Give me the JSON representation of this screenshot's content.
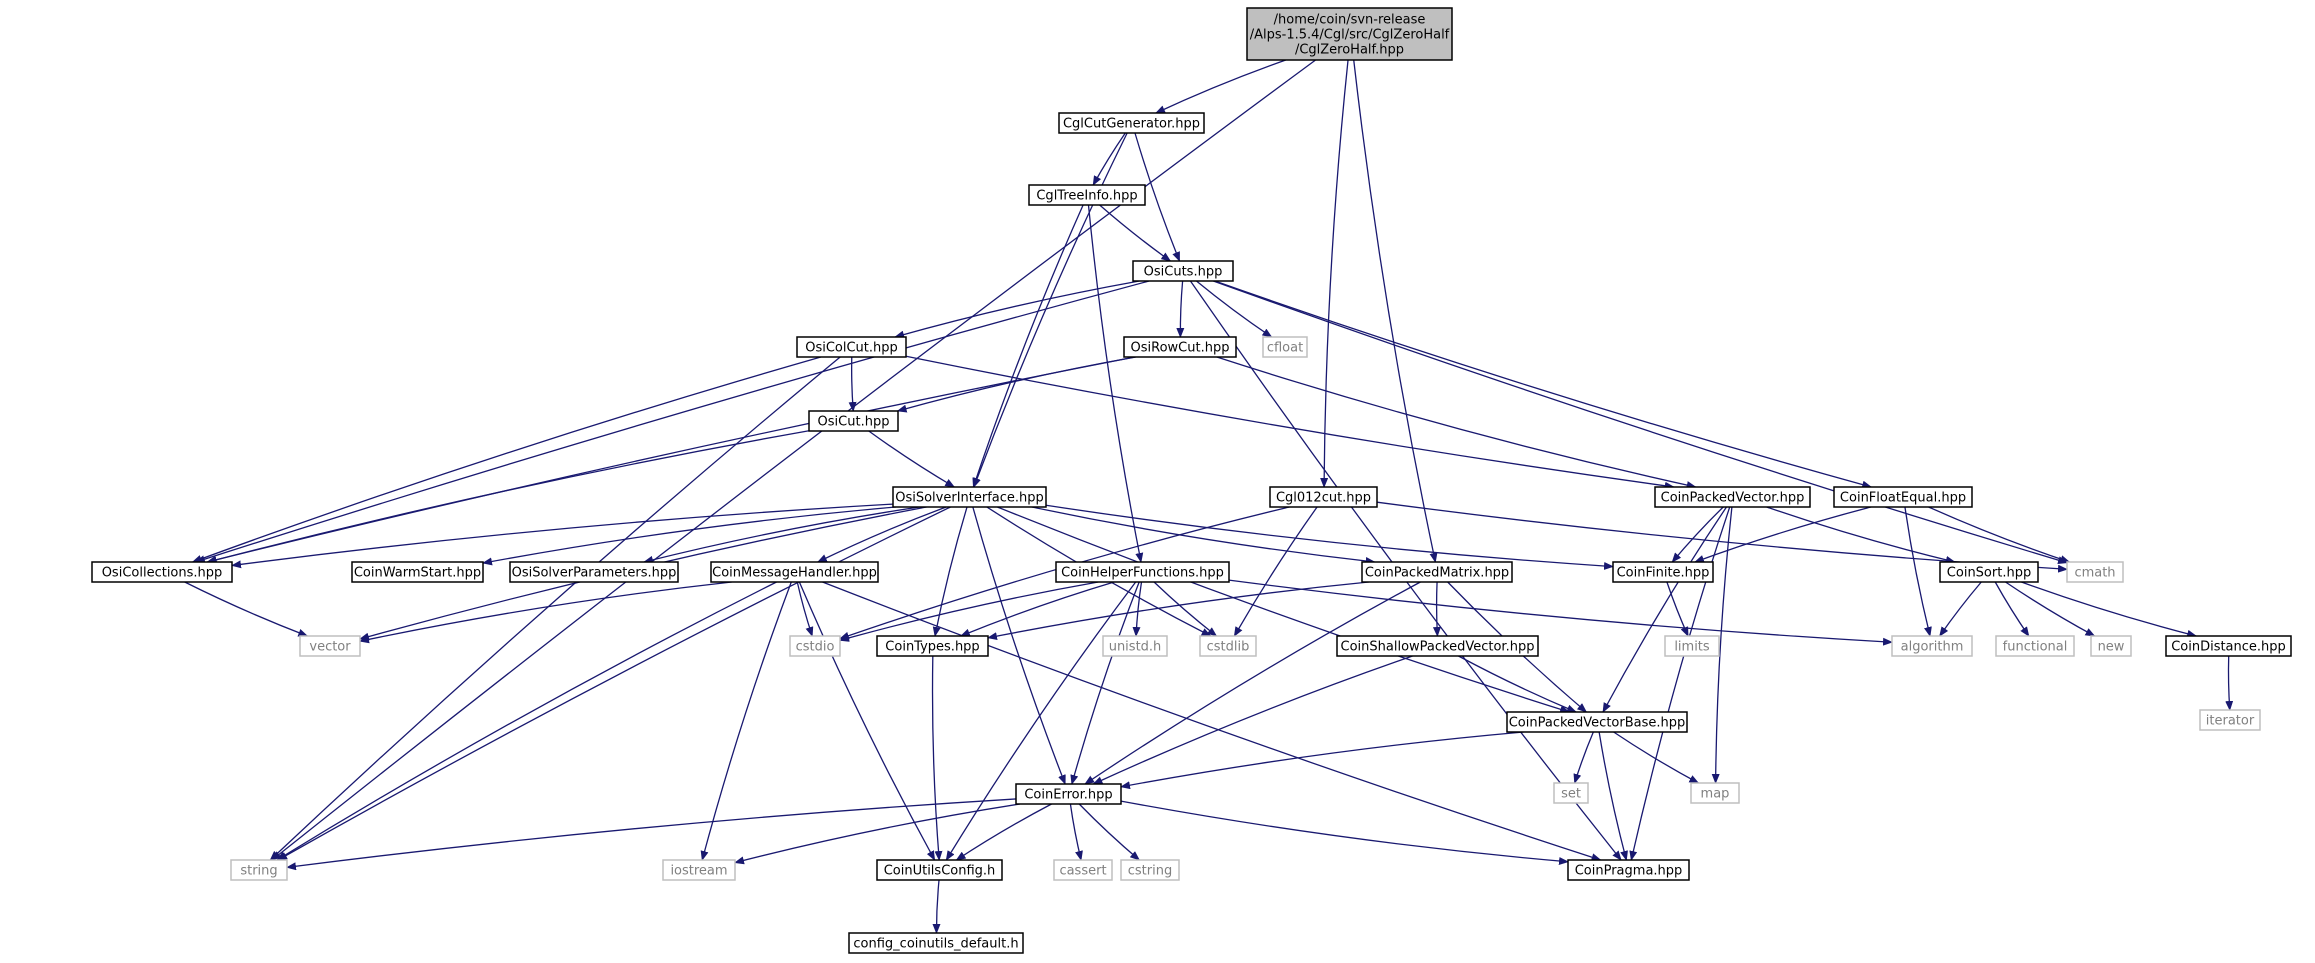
{
  "diagram": {
    "colors": {
      "edge": "#191970",
      "root_fill": "#bfbfbf",
      "system_border": "#bfbfbf",
      "system_text": "#808080",
      "node_border": "#000000"
    },
    "nodes": [
      {
        "id": "root",
        "lines": [
          "/home/coin/svn-release",
          "/Alps-1.5.4/Cgl/src/CglZeroHalf",
          "/CglZeroHalf.hpp"
        ],
        "kind": "root"
      },
      {
        "id": "cglcutgen",
        "lines": [
          "CglCutGenerator.hpp"
        ],
        "kind": "header"
      },
      {
        "id": "cgltreeinfo",
        "lines": [
          "CglTreeInfo.hpp"
        ],
        "kind": "header"
      },
      {
        "id": "osicuts",
        "lines": [
          "OsiCuts.hpp"
        ],
        "kind": "header"
      },
      {
        "id": "osicolcut",
        "lines": [
          "OsiColCut.hpp"
        ],
        "kind": "header"
      },
      {
        "id": "osirowcut",
        "lines": [
          "OsiRowCut.hpp"
        ],
        "kind": "header"
      },
      {
        "id": "cfloat",
        "lines": [
          "cfloat"
        ],
        "kind": "system"
      },
      {
        "id": "osicut",
        "lines": [
          "OsiCut.hpp"
        ],
        "kind": "header"
      },
      {
        "id": "osisolver",
        "lines": [
          "OsiSolverInterface.hpp"
        ],
        "kind": "header"
      },
      {
        "id": "cgl012",
        "lines": [
          "Cgl012cut.hpp"
        ],
        "kind": "header"
      },
      {
        "id": "coinpackedvector",
        "lines": [
          "CoinPackedVector.hpp"
        ],
        "kind": "header"
      },
      {
        "id": "coinfloatequal",
        "lines": [
          "CoinFloatEqual.hpp"
        ],
        "kind": "header"
      },
      {
        "id": "osicollections",
        "lines": [
          "OsiCollections.hpp"
        ],
        "kind": "header"
      },
      {
        "id": "coinwarmstart",
        "lines": [
          "CoinWarmStart.hpp"
        ],
        "kind": "header"
      },
      {
        "id": "osisolverparams",
        "lines": [
          "OsiSolverParameters.hpp"
        ],
        "kind": "header"
      },
      {
        "id": "coinmsghandler",
        "lines": [
          "CoinMessageHandler.hpp"
        ],
        "kind": "header"
      },
      {
        "id": "coinhelper",
        "lines": [
          "CoinHelperFunctions.hpp"
        ],
        "kind": "header"
      },
      {
        "id": "coinpackedmatrix",
        "lines": [
          "CoinPackedMatrix.hpp"
        ],
        "kind": "header"
      },
      {
        "id": "coinfinite",
        "lines": [
          "CoinFinite.hpp"
        ],
        "kind": "header"
      },
      {
        "id": "coinsort",
        "lines": [
          "CoinSort.hpp"
        ],
        "kind": "header"
      },
      {
        "id": "cmath",
        "lines": [
          "cmath"
        ],
        "kind": "system"
      },
      {
        "id": "vector",
        "lines": [
          "vector"
        ],
        "kind": "system"
      },
      {
        "id": "cstdio",
        "lines": [
          "cstdio"
        ],
        "kind": "system"
      },
      {
        "id": "cointypes",
        "lines": [
          "CoinTypes.hpp"
        ],
        "kind": "header"
      },
      {
        "id": "unistd",
        "lines": [
          "unistd.h"
        ],
        "kind": "system"
      },
      {
        "id": "cstdlib",
        "lines": [
          "cstdlib"
        ],
        "kind": "system"
      },
      {
        "id": "coinshallow",
        "lines": [
          "CoinShallowPackedVector.hpp"
        ],
        "kind": "header"
      },
      {
        "id": "limits",
        "lines": [
          "limits"
        ],
        "kind": "system"
      },
      {
        "id": "algorithm",
        "lines": [
          "algorithm"
        ],
        "kind": "system"
      },
      {
        "id": "functional",
        "lines": [
          "functional"
        ],
        "kind": "system"
      },
      {
        "id": "new",
        "lines": [
          "new"
        ],
        "kind": "system"
      },
      {
        "id": "coindistance",
        "lines": [
          "CoinDistance.hpp"
        ],
        "kind": "header"
      },
      {
        "id": "iterator",
        "lines": [
          "iterator"
        ],
        "kind": "system"
      },
      {
        "id": "coinpvbase",
        "lines": [
          "CoinPackedVectorBase.hpp"
        ],
        "kind": "header"
      },
      {
        "id": "set",
        "lines": [
          "set"
        ],
        "kind": "system"
      },
      {
        "id": "map",
        "lines": [
          "map"
        ],
        "kind": "system"
      },
      {
        "id": "coinerror",
        "lines": [
          "CoinError.hpp"
        ],
        "kind": "header"
      },
      {
        "id": "string",
        "lines": [
          "string"
        ],
        "kind": "system"
      },
      {
        "id": "iostream",
        "lines": [
          "iostream"
        ],
        "kind": "system"
      },
      {
        "id": "coinutilsconfig",
        "lines": [
          "CoinUtilsConfig.h"
        ],
        "kind": "header"
      },
      {
        "id": "cassert",
        "lines": [
          "cassert"
        ],
        "kind": "system"
      },
      {
        "id": "cstring",
        "lines": [
          "cstring"
        ],
        "kind": "system"
      },
      {
        "id": "coinpragma",
        "lines": [
          "CoinPragma.hpp"
        ],
        "kind": "header"
      },
      {
        "id": "configdefault",
        "lines": [
          "config_coinutils_default.h"
        ],
        "kind": "header"
      }
    ],
    "edges": [
      [
        "root",
        "string"
      ],
      [
        "root",
        "cglcutgen"
      ],
      [
        "root",
        "cgl012"
      ],
      [
        "root",
        "coinpackedmatrix"
      ],
      [
        "cglcutgen",
        "osisolver"
      ],
      [
        "cglcutgen",
        "cgltreeinfo"
      ],
      [
        "cglcutgen",
        "osicuts"
      ],
      [
        "cgltreeinfo",
        "osicuts"
      ],
      [
        "cgltreeinfo",
        "osisolver"
      ],
      [
        "cgltreeinfo",
        "coinhelper"
      ],
      [
        "osicuts",
        "osicollections"
      ],
      [
        "osicuts",
        "osicolcut"
      ],
      [
        "osicuts",
        "osirowcut"
      ],
      [
        "osicuts",
        "cfloat"
      ],
      [
        "osicuts",
        "coinfloatequal"
      ],
      [
        "osicuts",
        "cmath"
      ],
      [
        "osicuts",
        "coinpragma"
      ],
      [
        "osicolcut",
        "string"
      ],
      [
        "osicolcut",
        "osicollections"
      ],
      [
        "osicolcut",
        "osicut"
      ],
      [
        "osicolcut",
        "coinpackedvector"
      ],
      [
        "osirowcut",
        "osicut"
      ],
      [
        "osirowcut",
        "osicollections"
      ],
      [
        "osirowcut",
        "coinpackedvector"
      ],
      [
        "osicut",
        "osicollections"
      ],
      [
        "osicut",
        "osisolver"
      ],
      [
        "osisolver",
        "osicollections"
      ],
      [
        "osisolver",
        "coinwarmstart"
      ],
      [
        "osisolver",
        "osisolverparams"
      ],
      [
        "osisolver",
        "coinmsghandler"
      ],
      [
        "osisolver",
        "cointypes"
      ],
      [
        "osisolver",
        "cstdlib"
      ],
      [
        "osisolver",
        "coinpackedmatrix"
      ],
      [
        "osisolver",
        "coinfinite"
      ],
      [
        "osisolver",
        "coinpvbase"
      ],
      [
        "osisolver",
        "vector"
      ],
      [
        "osisolver",
        "string"
      ],
      [
        "osisolver",
        "coinerror"
      ],
      [
        "cgl012",
        "cstdio"
      ],
      [
        "cgl012",
        "cstdlib"
      ],
      [
        "cgl012",
        "cmath"
      ],
      [
        "coinpackedvector",
        "coinsort"
      ],
      [
        "coinpackedvector",
        "coinfinite"
      ],
      [
        "coinpackedvector",
        "coinpvbase"
      ],
      [
        "coinpackedvector",
        "map"
      ],
      [
        "coinpackedvector",
        "coinpragma"
      ],
      [
        "coinfloatequal",
        "coinfinite"
      ],
      [
        "coinfloatequal",
        "algorithm"
      ],
      [
        "coinfloatequal",
        "cmath"
      ],
      [
        "osicollections",
        "vector"
      ],
      [
        "coinmsghandler",
        "vector"
      ],
      [
        "coinmsghandler",
        "cstdio"
      ],
      [
        "coinmsghandler",
        "string"
      ],
      [
        "coinmsghandler",
        "iostream"
      ],
      [
        "coinmsghandler",
        "coinutilsconfig"
      ],
      [
        "coinmsghandler",
        "coinpragma"
      ],
      [
        "coinhelper",
        "cstdio"
      ],
      [
        "coinhelper",
        "cointypes"
      ],
      [
        "coinhelper",
        "unistd"
      ],
      [
        "coinhelper",
        "cstdlib"
      ],
      [
        "coinhelper",
        "coinerror"
      ],
      [
        "coinhelper",
        "coinutilsconfig"
      ],
      [
        "coinhelper",
        "algorithm"
      ],
      [
        "coinpackedmatrix",
        "cointypes"
      ],
      [
        "coinpackedmatrix",
        "coinshallow"
      ],
      [
        "coinpackedmatrix",
        "coinpvbase"
      ],
      [
        "coinpackedmatrix",
        "coinerror"
      ],
      [
        "coinfinite",
        "limits"
      ],
      [
        "coinsort",
        "algorithm"
      ],
      [
        "coinsort",
        "functional"
      ],
      [
        "coinsort",
        "new"
      ],
      [
        "coinsort",
        "coindistance"
      ],
      [
        "coindistance",
        "iterator"
      ],
      [
        "cointypes",
        "coinutilsconfig"
      ],
      [
        "coinshallow",
        "coinpvbase"
      ],
      [
        "coinshallow",
        "coinerror"
      ],
      [
        "coinpvbase",
        "set"
      ],
      [
        "coinpvbase",
        "map"
      ],
      [
        "coinpvbase",
        "coinpragma"
      ],
      [
        "coinpvbase",
        "coinerror"
      ],
      [
        "coinerror",
        "string"
      ],
      [
        "coinerror",
        "iostream"
      ],
      [
        "coinerror",
        "coinutilsconfig"
      ],
      [
        "coinerror",
        "cassert"
      ],
      [
        "coinerror",
        "cstring"
      ],
      [
        "coinerror",
        "coinpragma"
      ],
      [
        "coinutilsconfig",
        "configdefault"
      ]
    ]
  }
}
